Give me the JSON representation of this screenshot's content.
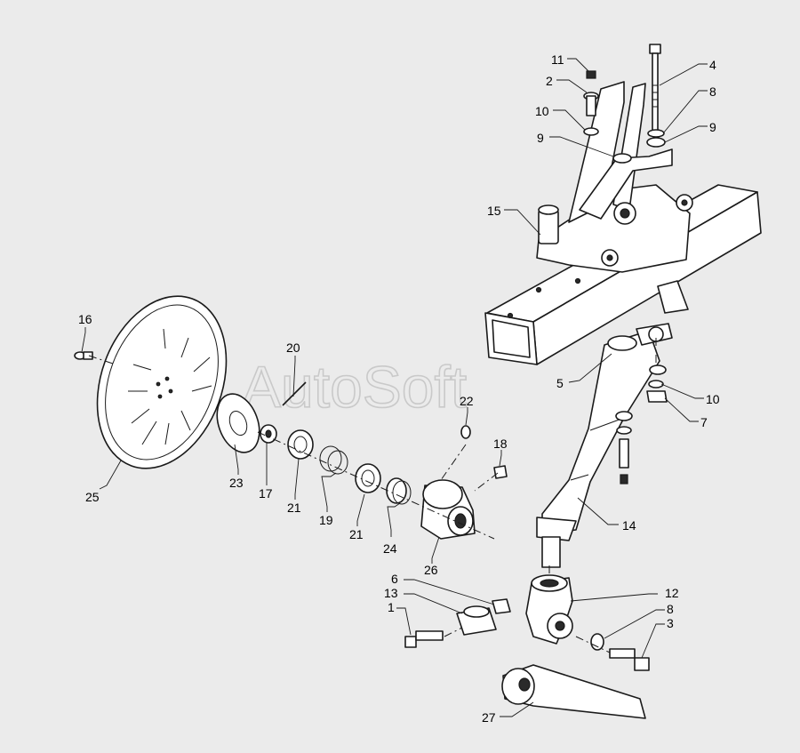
{
  "watermark": "AutoSoft",
  "callouts": [
    {
      "id": "c11",
      "text": "11"
    },
    {
      "id": "c2",
      "text": "2"
    },
    {
      "id": "c10a",
      "text": "10"
    },
    {
      "id": "c9a",
      "text": "9"
    },
    {
      "id": "c4",
      "text": "4"
    },
    {
      "id": "c8a",
      "text": "8"
    },
    {
      "id": "c9b",
      "text": "9"
    },
    {
      "id": "c15",
      "text": "15"
    },
    {
      "id": "c16",
      "text": "16"
    },
    {
      "id": "c20",
      "text": "20"
    },
    {
      "id": "c5",
      "text": "5"
    },
    {
      "id": "c10b",
      "text": "10"
    },
    {
      "id": "c7",
      "text": "7"
    },
    {
      "id": "c22",
      "text": "22"
    },
    {
      "id": "c18",
      "text": "18"
    },
    {
      "id": "c23",
      "text": "23"
    },
    {
      "id": "c17",
      "text": "17"
    },
    {
      "id": "c21a",
      "text": "21"
    },
    {
      "id": "c19",
      "text": "19"
    },
    {
      "id": "c21b",
      "text": "21"
    },
    {
      "id": "c24",
      "text": "24"
    },
    {
      "id": "c26",
      "text": "26"
    },
    {
      "id": "c25",
      "text": "25"
    },
    {
      "id": "c14",
      "text": "14"
    },
    {
      "id": "c6",
      "text": "6"
    },
    {
      "id": "c13",
      "text": "13"
    },
    {
      "id": "c1",
      "text": "1"
    },
    {
      "id": "c12",
      "text": "12"
    },
    {
      "id": "c8b",
      "text": "8"
    },
    {
      "id": "c3",
      "text": "3"
    },
    {
      "id": "c27",
      "text": "27"
    }
  ]
}
